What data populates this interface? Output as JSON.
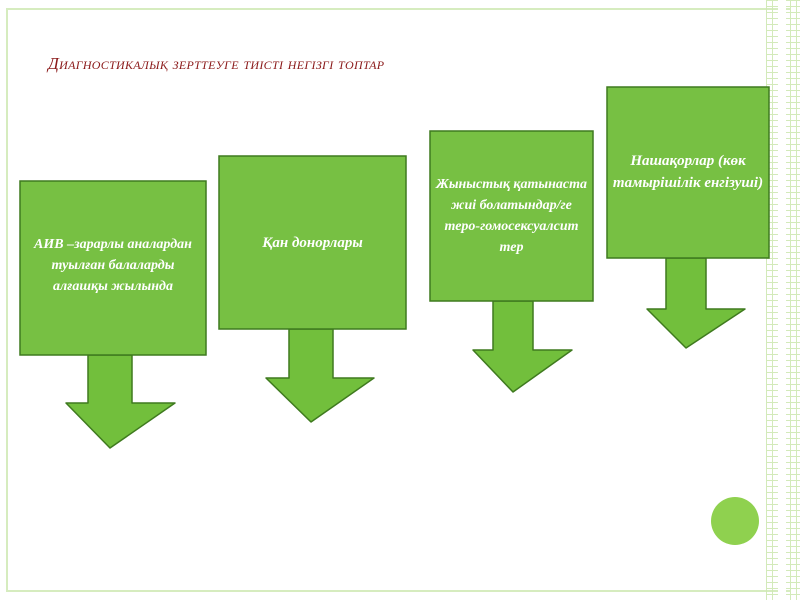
{
  "slide": {
    "title": "Диагностикалық зерттеуге тиісті негізгі топтар"
  },
  "colors": {
    "box_fill": "#77c043",
    "box_border": "#3f7a1f",
    "arrow_fill": "#72bf3c",
    "title": "#8b1a1a",
    "accent_circle": "#8fd14f",
    "frame": "#d6ecbf"
  },
  "groups": [
    {
      "label": "АИВ –зарарлы аналардан туылған балаларды алғашқы жылында"
    },
    {
      "label": "Қан донорлары"
    },
    {
      "label": "Жыныстық қатынаста жиі болатындар/ге теро-гомосексуалсит тер"
    },
    {
      "label": "Нашақорлар (көк тамырішілік енгізуші)"
    }
  ]
}
